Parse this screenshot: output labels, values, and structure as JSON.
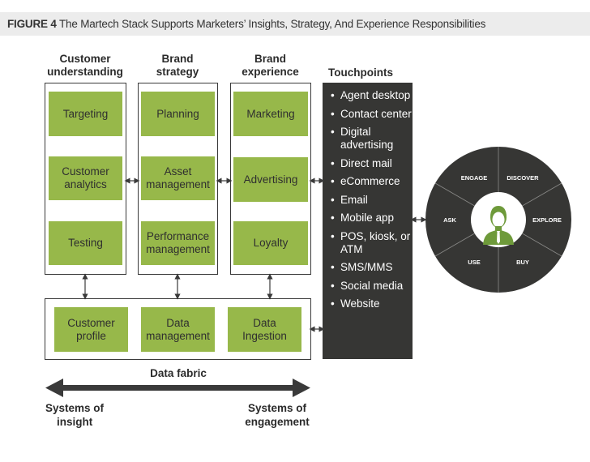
{
  "figure": {
    "label": "FIGURE 4",
    "title": "The Martech Stack Supports Marketers’ Insights, Strategy, And Experience Responsibilities"
  },
  "columns": [
    {
      "title_line1": "Customer",
      "title_line2": "understanding",
      "tiles": [
        {
          "line1": "Targeting",
          "line2": ""
        },
        {
          "line1": "Customer",
          "line2": "analytics"
        },
        {
          "line1": "Testing",
          "line2": ""
        }
      ]
    },
    {
      "title_line1": "Brand",
      "title_line2": "strategy",
      "tiles": [
        {
          "line1": "Planning",
          "line2": ""
        },
        {
          "line1": "Asset",
          "line2": "management"
        },
        {
          "line1": "Performance",
          "line2": "management"
        }
      ]
    },
    {
      "title_line1": "Brand",
      "title_line2": "experience",
      "tiles": [
        {
          "line1": "Marketing",
          "line2": ""
        },
        {
          "line1": "Advertising",
          "line2": ""
        },
        {
          "line1": "Loyalty",
          "line2": ""
        }
      ]
    }
  ],
  "data_layer": {
    "tiles": [
      {
        "line1": "Customer",
        "line2": "profile"
      },
      {
        "line1": "Data",
        "line2": "management"
      },
      {
        "line1": "Data",
        "line2": "Ingestion"
      }
    ]
  },
  "touchpoints": {
    "title": "Touchpoints",
    "items": [
      "Agent desktop",
      "Contact center",
      "Digital advertising",
      "Direct mail",
      "eCommerce",
      "Email",
      "Mobile app",
      "POS, kiosk, or ATM",
      "SMS/MMS",
      "Social media",
      "Website"
    ]
  },
  "journey_wheel": {
    "center_icon": "customer-person-icon",
    "segments": [
      "ENGAGE",
      "DISCOVER",
      "EXPLORE",
      "BUY",
      "USE",
      "ASK"
    ]
  },
  "data_fabric": {
    "label": "Data fabric",
    "left_line1": "Systems of",
    "left_line2": "insight",
    "right_line1": "Systems of",
    "right_line2": "engagement"
  },
  "colors": {
    "tile_green": "#97b84a",
    "dark_panel": "#363634",
    "header_band": "#ececec",
    "icon_green": "#6e9a3a"
  }
}
